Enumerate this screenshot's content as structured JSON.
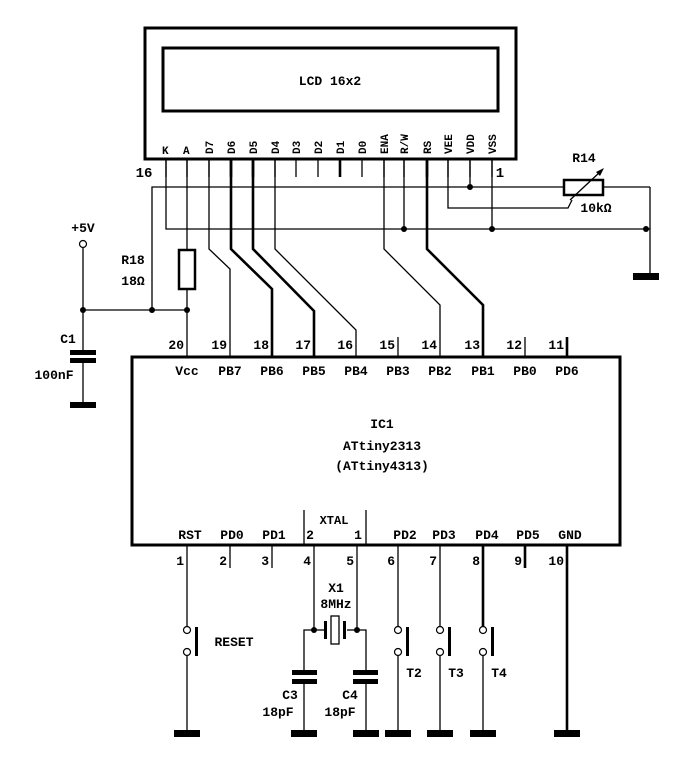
{
  "lcd": {
    "title": "LCD 16x2",
    "pin_first_label": "16",
    "pin_last_label": "1",
    "pins": [
      "K",
      "A",
      "D7",
      "D6",
      "D5",
      "D4",
      "D3",
      "D2",
      "D1",
      "D0",
      "ENA",
      "R/W",
      "RS",
      "VEE",
      "VDD",
      "VSS"
    ]
  },
  "power": {
    "label": "+5V"
  },
  "r18": {
    "name": "R18",
    "value": "18Ω"
  },
  "r14": {
    "name": "R14",
    "value": "10kΩ"
  },
  "c1": {
    "name": "C1",
    "value": "100nF"
  },
  "ic": {
    "name": "IC1",
    "part": "ATtiny2313",
    "alt_part": "(ATtiny4313)",
    "top_pins": [
      {
        "num": "20",
        "name": "Vcc"
      },
      {
        "num": "19",
        "name": "PB7"
      },
      {
        "num": "18",
        "name": "PB6"
      },
      {
        "num": "17",
        "name": "PB5"
      },
      {
        "num": "16",
        "name": "PB4"
      },
      {
        "num": "15",
        "name": "PB3"
      },
      {
        "num": "14",
        "name": "PB2"
      },
      {
        "num": "13",
        "name": "PB1"
      },
      {
        "num": "12",
        "name": "PB0"
      },
      {
        "num": "11",
        "name": "PD6"
      }
    ],
    "bottom_pins": [
      {
        "num": "1",
        "name": "RST"
      },
      {
        "num": "2",
        "name": "PD0"
      },
      {
        "num": "3",
        "name": "PD1"
      },
      {
        "num": "4",
        "name": "2"
      },
      {
        "num": "5",
        "name": "1"
      },
      {
        "num": "6",
        "name": "PD2"
      },
      {
        "num": "7",
        "name": "PD3"
      },
      {
        "num": "8",
        "name": "PD4"
      },
      {
        "num": "9",
        "name": "PD5"
      },
      {
        "num": "10",
        "name": "GND"
      }
    ],
    "xtal_label": "XTAL"
  },
  "x1": {
    "name": "X1",
    "value": "8MHz"
  },
  "c3": {
    "name": "C3",
    "value": "18pF"
  },
  "c4": {
    "name": "C4",
    "value": "18pF"
  },
  "switches": {
    "reset": "RESET",
    "t2": "T2",
    "t3": "T3",
    "t4": "T4"
  }
}
